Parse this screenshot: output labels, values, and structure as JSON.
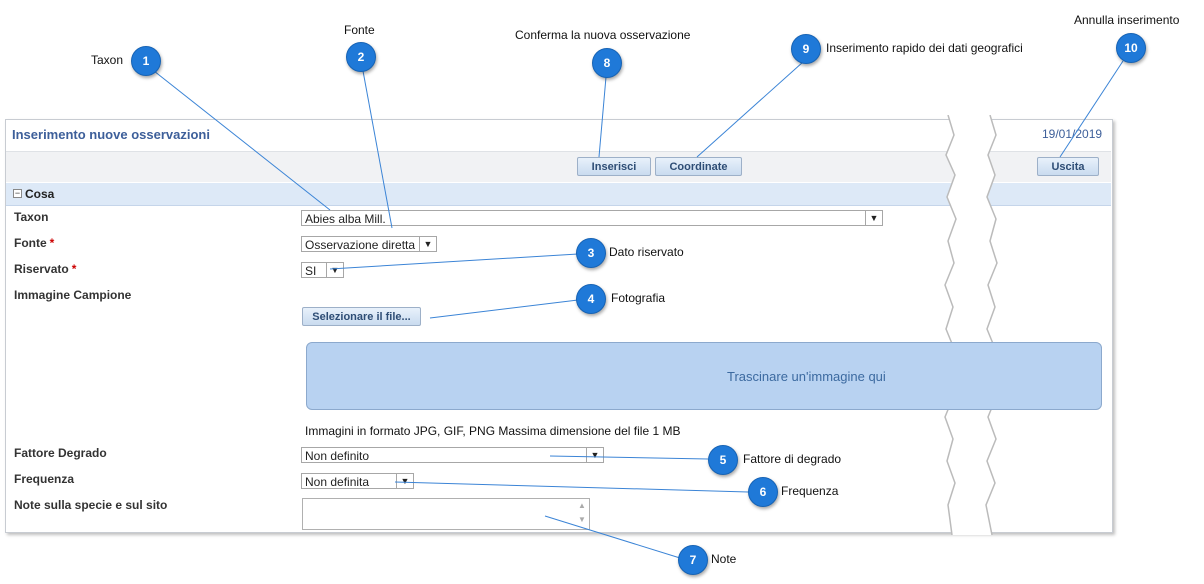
{
  "header": {
    "title": "Inserimento nuove osservazioni",
    "date": "19/01/2019"
  },
  "toolbar": {
    "insert_label": "Inserisci",
    "coords_label": "Coordinate",
    "exit_label": "Uscita"
  },
  "section": {
    "title": "Cosa",
    "toggle": "−"
  },
  "form": {
    "taxon_label": "Taxon",
    "taxon_value": "Abies alba Mill.",
    "fonte_label": "Fonte",
    "fonte_value": "Osservazione diretta",
    "riservato_label": "Riservato",
    "riservato_value": "SI",
    "required_mark": "*",
    "immagine_label": "Immagine Campione",
    "file_button": "Selezionare il file...",
    "dropzone_text": "Trascinare un'immagine qui",
    "image_hint": "Immagini in formato JPG, GIF, PNG Massima dimensione del file 1 MB",
    "degrado_label": "Fattore Degrado",
    "degrado_value": "Non definito",
    "frequenza_label": "Frequenza",
    "frequenza_value": "Non definita",
    "note_label": "Note sulla specie e sul sito"
  },
  "callouts": [
    {
      "n": "1",
      "text": "Taxon"
    },
    {
      "n": "2",
      "text": "Fonte"
    },
    {
      "n": "3",
      "text": "Dato riservato"
    },
    {
      "n": "4",
      "text": "Fotografia"
    },
    {
      "n": "5",
      "text": "Fattore di degrado"
    },
    {
      "n": "6",
      "text": "Frequenza"
    },
    {
      "n": "7",
      "text": "Note"
    },
    {
      "n": "8",
      "text": "Conferma la nuova osservazione"
    },
    {
      "n": "9",
      "text": "Inserimento rapido dei dati geografici"
    },
    {
      "n": "10",
      "text": "Annulla inserimento"
    }
  ],
  "colors": {
    "accent": "#1f79d8",
    "title": "#3d5f9a",
    "section_bg": "#dde9f7",
    "dropzone": "#b8d2f1"
  },
  "icons": {
    "dropdown": "chevron-down-icon",
    "toggle": "collapse-icon"
  }
}
